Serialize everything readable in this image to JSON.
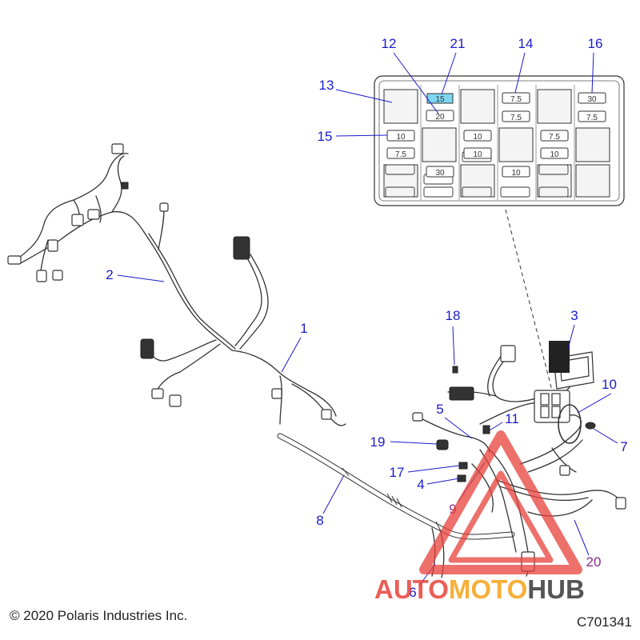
{
  "diagram": {
    "callouts": [
      "1",
      "2",
      "3",
      "4",
      "5",
      "6",
      "7",
      "8",
      "9",
      "10",
      "11",
      "12",
      "13",
      "14",
      "15",
      "16",
      "17",
      "18",
      "19",
      "20",
      "21"
    ],
    "fuse_box": {
      "fuse_labels": [
        "15",
        "20",
        "7.5",
        "7.5",
        "30",
        "7.5",
        "10",
        "7.5",
        "10",
        "10",
        "7.5",
        "10",
        "30",
        "10"
      ]
    }
  },
  "watermark": {
    "part1": "AUTO",
    "part2": "MOTO",
    "part3": "HUB",
    "colors": {
      "red": "#e8413a",
      "orange": "#f5a623",
      "gray": "#555555"
    }
  },
  "footer": {
    "copyright": "© 2020 Polaris Industries Inc.",
    "drawing_code": "C701341"
  },
  "colors": {
    "callout": "#1a1acc",
    "highlight": "#7fd6f2",
    "line": "#333333"
  }
}
